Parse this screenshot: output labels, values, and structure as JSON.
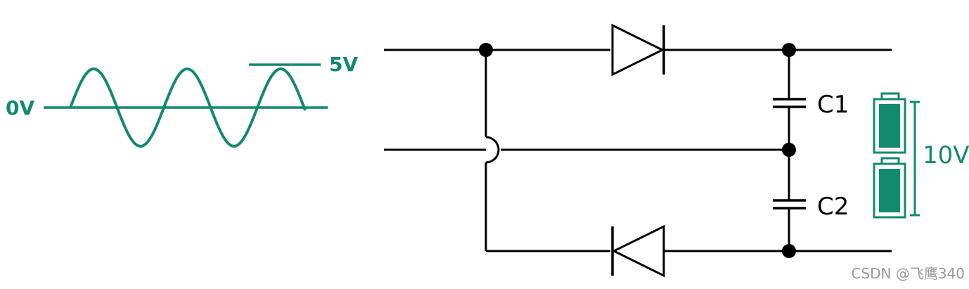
{
  "colors": {
    "wire": "#000000",
    "accent": "#118a6e",
    "battery_fill": "#118a6e",
    "watermark": "#9a9a9a"
  },
  "waveform": {
    "zero_label": "0V",
    "peak_label": "5V"
  },
  "components": {
    "capacitor_top_label": "C1",
    "capacitor_bottom_label": "C2"
  },
  "battery_stack": {
    "voltage_label": "10V",
    "cell_count": 2
  },
  "watermark": "CSDN @飞鹰340"
}
